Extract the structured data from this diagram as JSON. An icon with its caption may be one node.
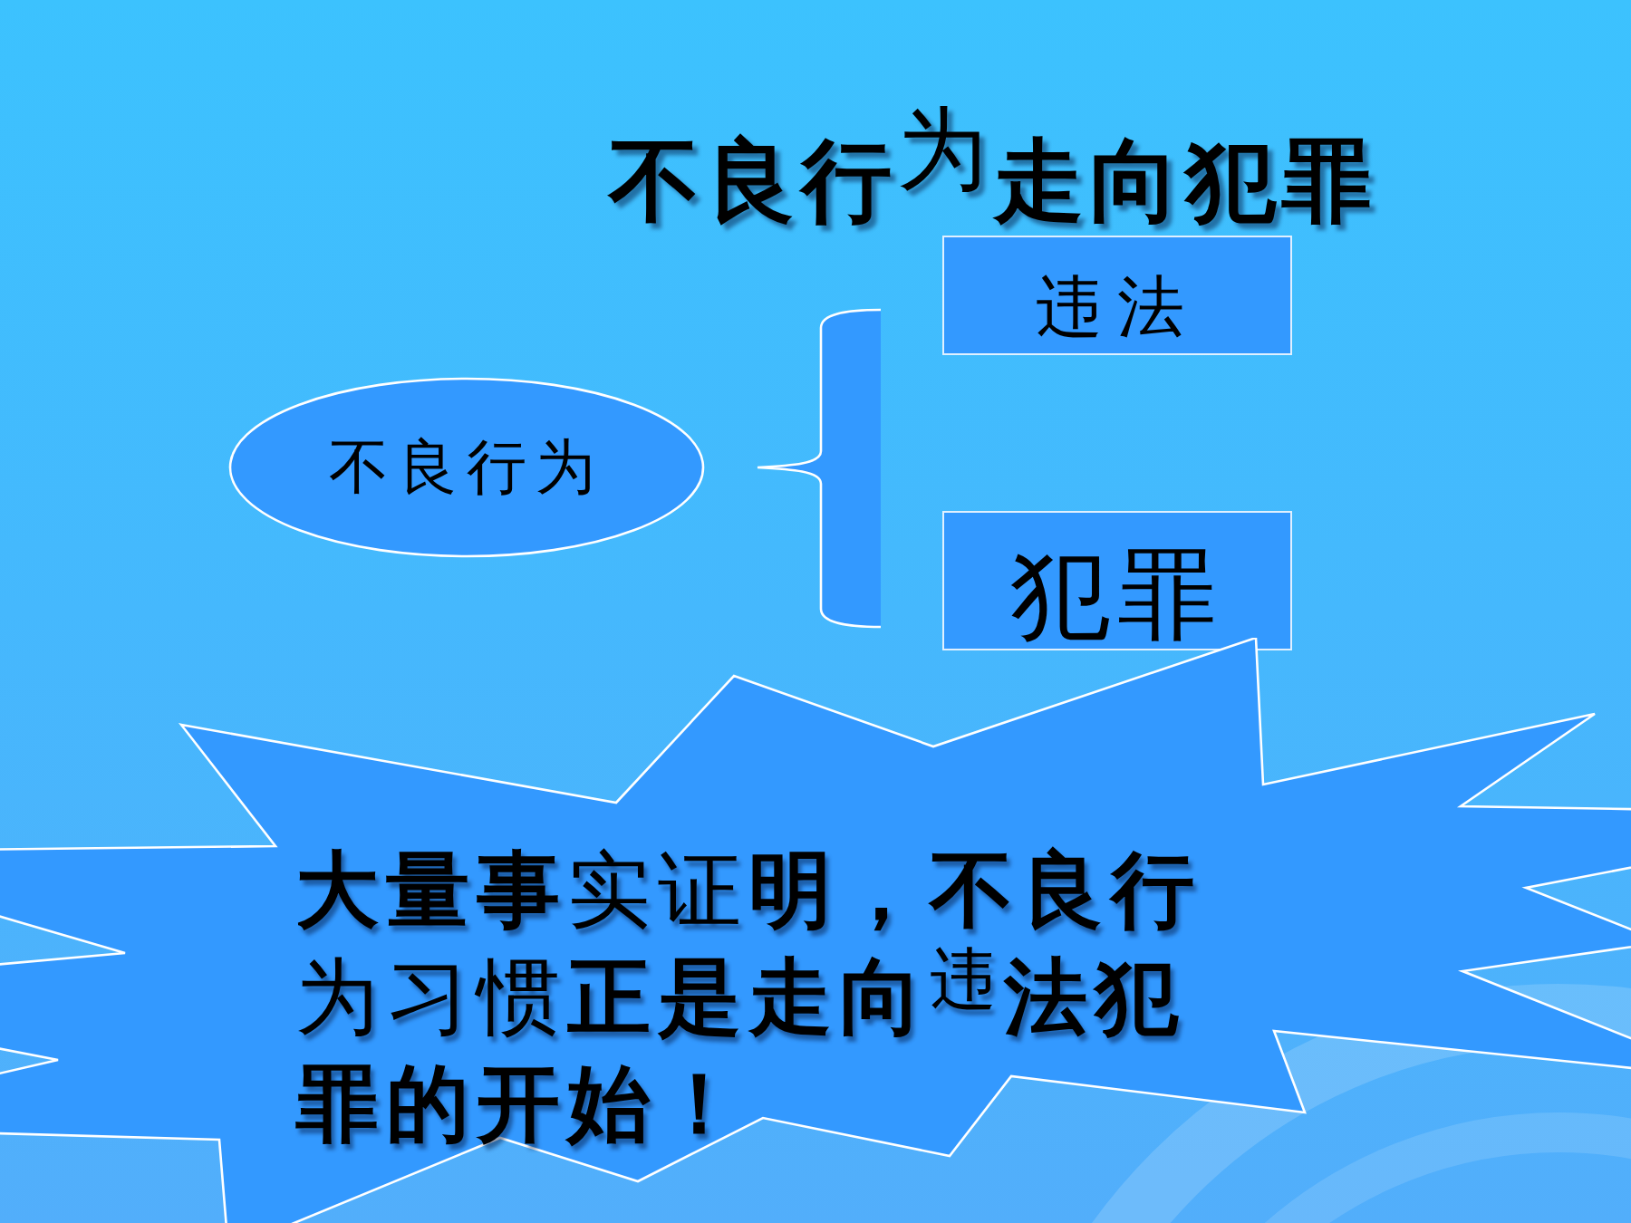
{
  "diagram": {
    "title": "不良行$^{为}$走向犯罪",
    "nodes": [
      {
        "text": [
          "不良行为"
        ]
      },
      {
        "text": [
          "违法"
        ]
      },
      {
        "text": [
          "犯罪"
        ]
      },
      {
        "text": [
          "**大量事**实证**明，不良行**为习惯**正是走向**$^{违}$**法犯罪的开始！**"
        ]
      }
    ]
  }
}
